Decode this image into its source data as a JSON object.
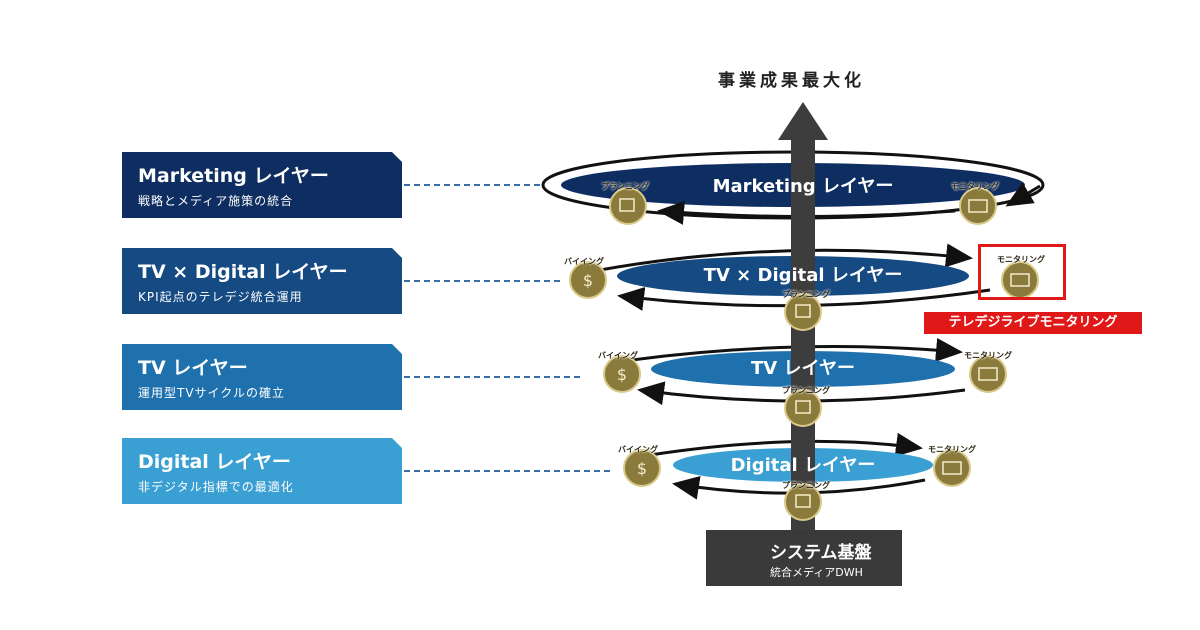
{
  "goal_label": "事業成果最大化",
  "layers": [
    {
      "title": "Marketing レイヤー",
      "subtitle": "戦略とメディア施策の統合",
      "disc_label": "Marketing レイヤー",
      "color": "#0e2d60"
    },
    {
      "title": "TV × Digital レイヤー",
      "subtitle": "KPI起点のテレデジ統合運用",
      "disc_label": "TV × Digital レイヤー",
      "color": "#154a83"
    },
    {
      "title": "TV レイヤー",
      "subtitle": "運用型TVサイクルの確立",
      "disc_label": "TV レイヤー",
      "color": "#1f71ad"
    },
    {
      "title": "Digital レイヤー",
      "subtitle": "非デジタル指標での最適化",
      "disc_label": "Digital レイヤー",
      "color": "#3a9fd2"
    }
  ],
  "coin_labels": {
    "planning": "プランニング",
    "monitoring": "モニタリング",
    "buying": "バイイング"
  },
  "highlight_tag": "テレデジライブモニタリング",
  "base": {
    "title": "システム基盤",
    "subtitle": "統合メディアDWH"
  },
  "colors": {
    "arrow": "#3d3d3d",
    "coin": "#8a7a3c",
    "highlight": "#e01818",
    "dashed_line": "#3a6fa5"
  }
}
